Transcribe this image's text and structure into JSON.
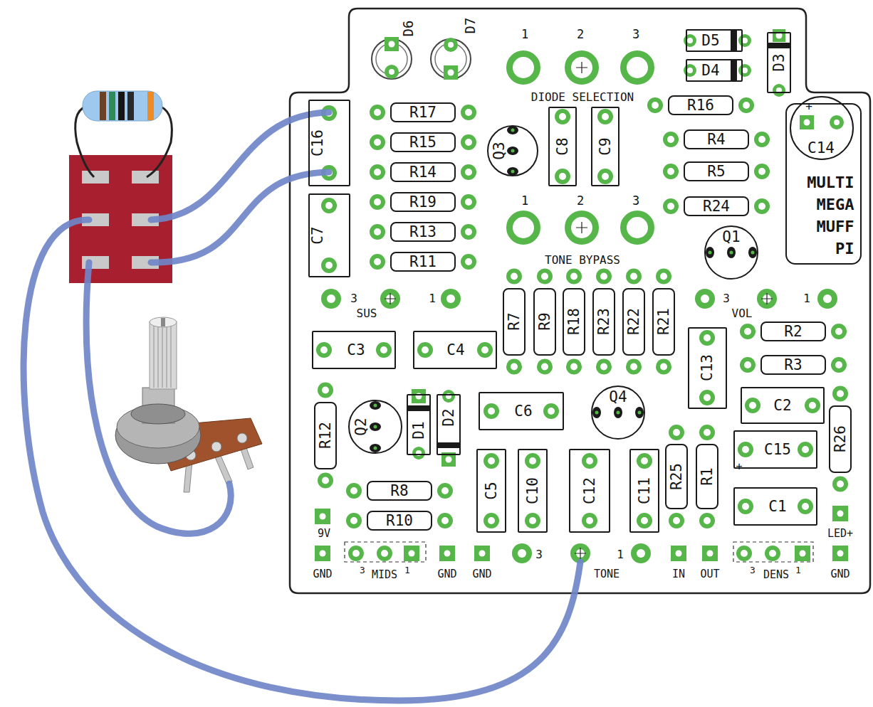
{
  "diagram": {
    "nodes": [
      {
        "text": [
          "D5"
        ]
      },
      {
        "text": [
          "D4"
        ]
      },
      {
        "text": [
          "D3"
        ]
      },
      {
        "text": [
          "C16"
        ]
      },
      {
        "text": [
          "R17"
        ]
      },
      {
        "text": [
          "R15"
        ]
      },
      {
        "text": [
          "R14"
        ]
      },
      {
        "text": [
          "R19"
        ]
      },
      {
        "text": [
          "R13"
        ]
      },
      {
        "text": [
          "R11"
        ]
      },
      {
        "text": [
          "C7"
        ]
      },
      {
        "text": [
          "Q3"
        ]
      },
      {
        "text": [
          "C8"
        ]
      },
      {
        "text": [
          "C9"
        ]
      },
      {
        "text": [
          "R16"
        ]
      },
      {
        "text": [
          "R4"
        ]
      },
      {
        "text": [
          "R5"
        ]
      },
      {
        "text": [
          "R24"
        ]
      },
      {
        "text": [
          "C14",
          "MULTI MEGA MUFF PI"
        ]
      },
      {
        "text": [
          "Q1"
        ]
      },
      {
        "text": [
          "R7"
        ]
      },
      {
        "text": [
          "R9"
        ]
      },
      {
        "text": [
          "R18"
        ]
      },
      {
        "text": [
          "R23"
        ]
      },
      {
        "text": [
          "R22"
        ]
      },
      {
        "text": [
          "R21"
        ]
      },
      {
        "text": [
          "C3"
        ]
      },
      {
        "text": [
          "C4"
        ]
      },
      {
        "text": [
          "C13"
        ]
      },
      {
        "text": [
          "R2"
        ]
      },
      {
        "text": [
          "R3"
        ]
      },
      {
        "text": [
          "R12"
        ]
      },
      {
        "text": [
          "Q2"
        ]
      },
      {
        "text": [
          "D1"
        ]
      },
      {
        "text": [
          "D2"
        ]
      },
      {
        "text": [
          "C6"
        ]
      },
      {
        "text": [
          "Q4"
        ]
      },
      {
        "text": [
          "C2"
        ]
      },
      {
        "text": [
          "R26"
        ]
      },
      {
        "text": [
          "R25"
        ]
      },
      {
        "text": [
          "R1"
        ]
      },
      {
        "text": [
          "C15"
        ]
      },
      {
        "text": [
          "C5"
        ]
      },
      {
        "text": [
          "C10"
        ]
      },
      {
        "text": [
          "C12"
        ]
      },
      {
        "text": [
          "C11"
        ]
      },
      {
        "text": [
          "C1"
        ]
      },
      {
        "text": [
          "R8"
        ]
      },
      {
        "text": [
          "R10"
        ]
      }
    ],
    "labels": [
      "D6",
      "D7",
      "1",
      "2",
      "3",
      "DIODE SELECTION",
      "1",
      "2",
      "3",
      "TONE BYPASS",
      "+",
      "3",
      "SUS",
      "1",
      "3",
      "VOL",
      "1",
      "+",
      "9V",
      "GND",
      "3",
      "MIDS",
      "1",
      "GND",
      "GND",
      "3",
      "TONE",
      "1",
      "IN",
      "OUT",
      "3",
      "DENS",
      "1",
      "LED+",
      "GND"
    ]
  }
}
